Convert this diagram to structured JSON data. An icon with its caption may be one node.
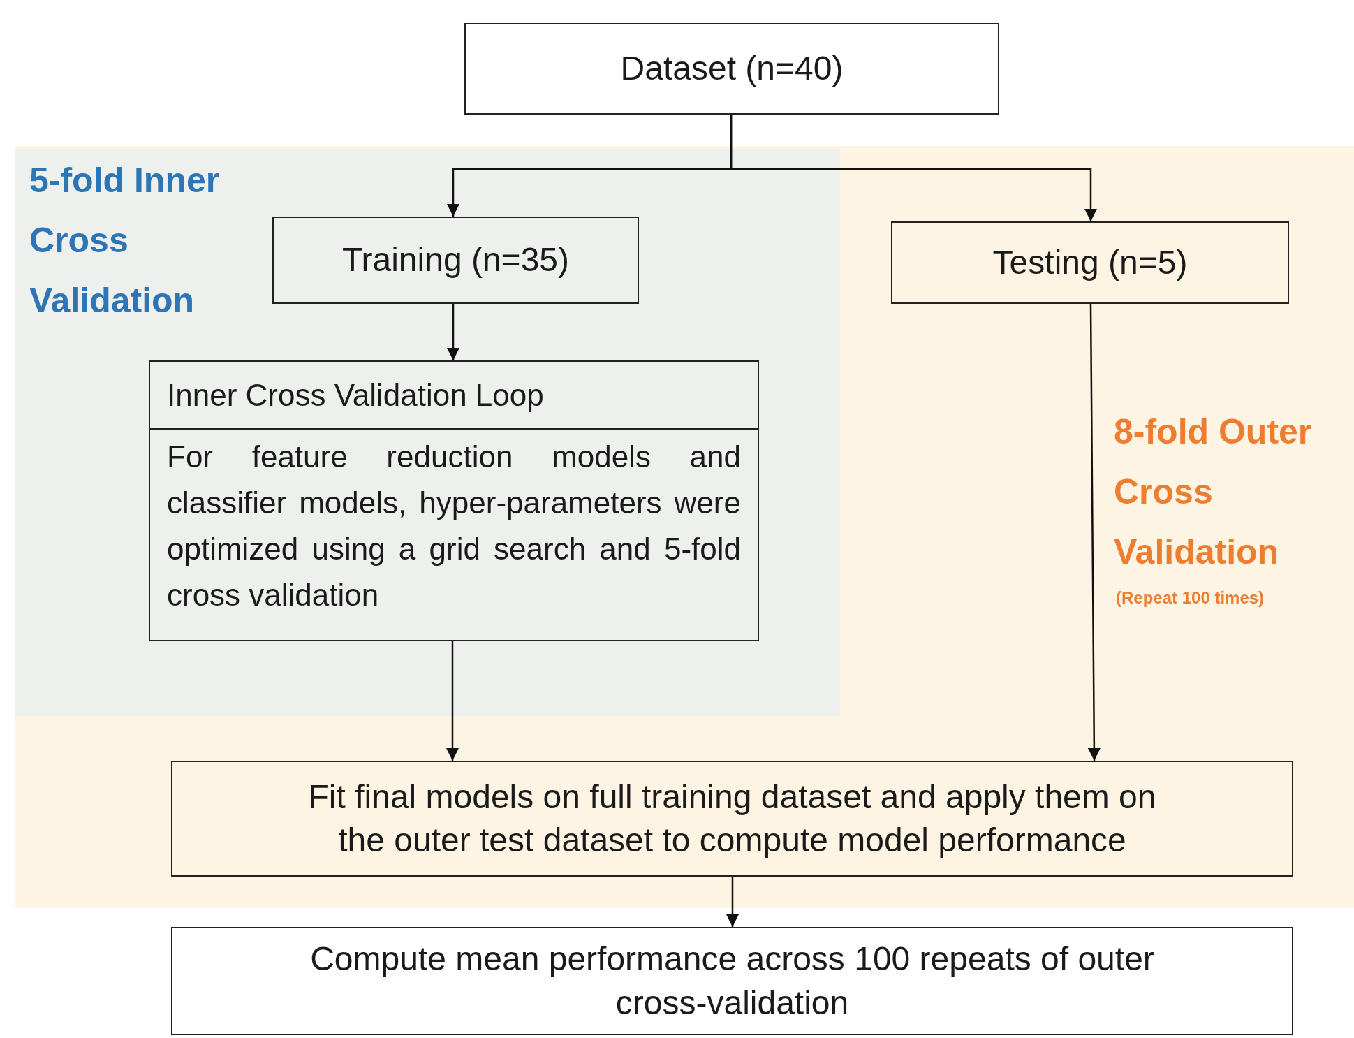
{
  "diagram": {
    "nodes": [
      {
        "text": [
          "Dataset (n=40)"
        ]
      },
      {
        "text": [
          "8-fold Outer Cross Validation",
          "(Repeat 100 times)"
        ]
      },
      {
        "text": [
          "5-fold Inner Cross Validation"
        ],
        "in": 1
      },
      {
        "text": [
          "Training (n=35)"
        ],
        "in": 2
      },
      {
        "text": [
          "Testing (n=5)"
        ],
        "in": 1
      },
      {
        "text": [
          "Inner Cross Validation Loop",
          "For feature reduction models and classifier models, hyper-parameters were optimized using a grid search and 5-fold cross validation"
        ],
        "in": 2
      },
      {
        "text": [
          "Fit final models on full training dataset and apply them on the outer test dataset to compute model performance"
        ],
        "in": 1
      },
      {
        "text": [
          "Compute mean performance across 100 repeats of outer cross-validation"
        ]
      }
    ],
    "edges": [
      {
        "from": 0,
        "to": 3,
        "arrow": "to"
      },
      {
        "from": 0,
        "to": 4,
        "arrow": "to"
      },
      {
        "from": 3,
        "to": 5,
        "arrow": "to"
      },
      {
        "from": 5,
        "to": 6,
        "arrow": "to"
      },
      {
        "from": 4,
        "to": 6,
        "arrow": "to"
      },
      {
        "from": 6,
        "to": 7,
        "arrow": "to"
      }
    ]
  }
}
